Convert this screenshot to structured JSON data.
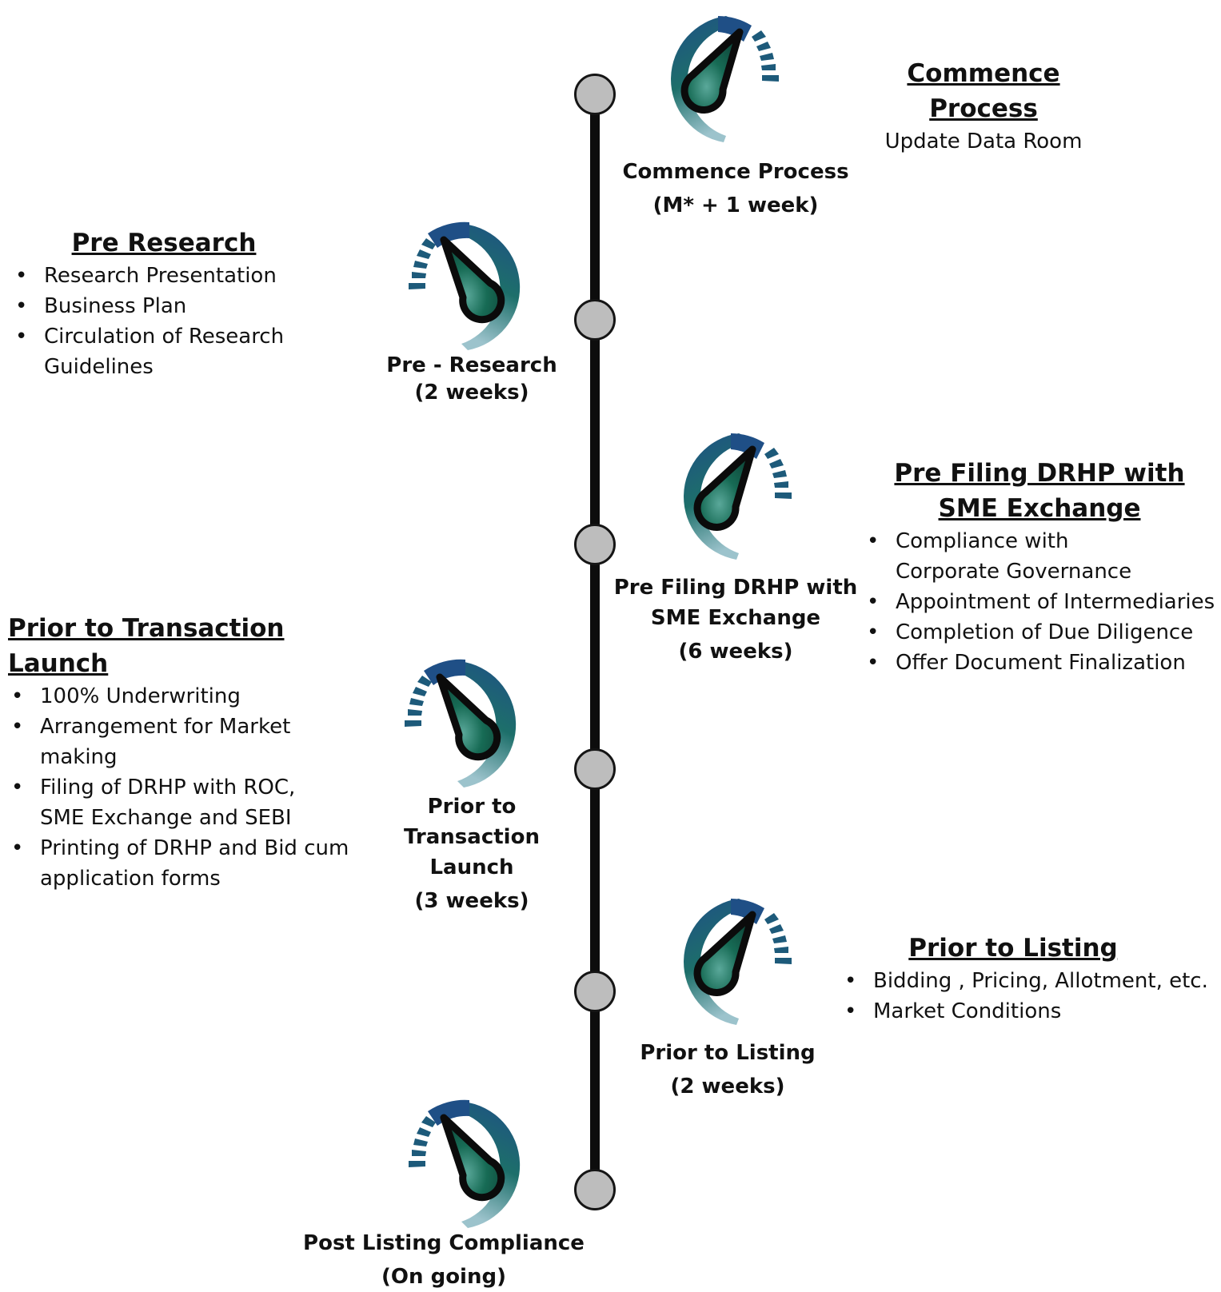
{
  "stages": [
    {
      "label_lines": [
        "Commence Process"
      ],
      "duration": "(M* + 1 week)"
    },
    {
      "label_lines": [
        "Pre - Research"
      ],
      "duration": "(2 weeks)"
    },
    {
      "label_lines": [
        "Pre Filing DRHP with",
        "SME Exchange"
      ],
      "duration": "(6 weeks)"
    },
    {
      "label_lines": [
        "Prior to",
        "Transaction",
        "Launch"
      ],
      "duration": "(3 weeks)"
    },
    {
      "label_lines": [
        "Prior to Listing"
      ],
      "duration": "(2 weeks)"
    },
    {
      "label_lines": [
        "Post Listing Compliance"
      ],
      "duration": "(On going)"
    }
  ],
  "details": {
    "commence": {
      "heading": "Commence Process",
      "text": "Update Data Room"
    },
    "pre_research": {
      "heading": "Pre Research",
      "items": [
        "Research Presentation",
        "Business Plan",
        "Circulation of Research Guidelines"
      ]
    },
    "pre_filing": {
      "heading_lines": [
        "Pre Filing DRHP with",
        "SME Exchange"
      ],
      "items": [
        "Compliance with Corporate Governance",
        "Appointment of Intermediaries",
        "Completion of Due Diligence",
        "Offer Document Finalization"
      ]
    },
    "prior_launch": {
      "heading": "Prior to Transaction Launch",
      "items": [
        "100% Underwriting",
        "Arrangement for Market making",
        "Filing of DRHP with ROC, SME Exchange and SEBI",
        "Printing of DRHP and Bid cum application forms"
      ]
    },
    "prior_listing": {
      "heading": "Prior to Listing",
      "items": [
        "Bidding , Pricing, Allotment, etc.",
        "Market Conditions"
      ]
    }
  },
  "colors": {
    "gauge_dark": "#1f4f86",
    "gauge_teal": "#1d6f6a",
    "gauge_light": "#7fb3bd",
    "needle_fill": "#176b55",
    "node_fill": "#bdbdbd",
    "axis": "#0d0d0d"
  }
}
